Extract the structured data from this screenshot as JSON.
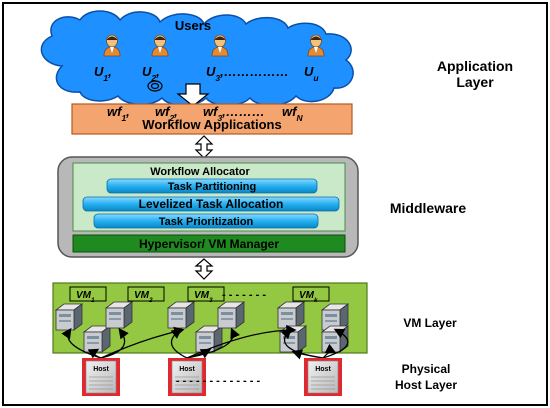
{
  "application_layer": {
    "label_line1": "Application",
    "label_line2": "Layer",
    "users_title": "Users",
    "user_labels": [
      "U",
      "U",
      "U",
      "U"
    ],
    "user_subscripts": [
      "1",
      "2",
      "3",
      "u"
    ],
    "user_separators": [
      ",",
      ",",
      ",……………",
      ""
    ],
    "workflow_labels": [
      "wf",
      "wf",
      "wf",
      "wf"
    ],
    "workflow_subscripts": [
      "1",
      "2",
      "3",
      "N"
    ],
    "workflow_separators": [
      ",",
      ",",
      ",………",
      ""
    ],
    "workflow_title": "Workflow Applications"
  },
  "middleware": {
    "label": "Middleware",
    "allocator_title": "Workflow Allocator",
    "task_partitioning": "Task Partitioning",
    "levelized_allocation": "Levelized Task Allocation",
    "task_prioritization": "Task Prioritization",
    "hypervisor": "Hypervisor/ VM Manager"
  },
  "vm_layer": {
    "label": "VM Layer",
    "vm_labels": [
      "VM",
      "VM",
      "VM",
      "VM"
    ],
    "vm_subscripts": [
      "1",
      "2",
      "3",
      "k"
    ],
    "vm_dashes": "- - - - - - -"
  },
  "physical_layer": {
    "label_line1": "Physical",
    "label_line2": "Host Layer",
    "host_labels": [
      "Host",
      "Host",
      "Host"
    ],
    "host_dashes": "- - - - - - - - - - - - -"
  },
  "colors": {
    "cloud_fill": "#1e90ff",
    "workflow_fill": "#f4a46f",
    "middleware_frame": "#b8b8b8",
    "allocator_fill": "#c9e9c9",
    "task_bar_fill": "#29b6f6",
    "hypervisor_fill": "#1f8a1f",
    "vm_layer_fill": "#94c843",
    "host_border": "#e0282e"
  }
}
